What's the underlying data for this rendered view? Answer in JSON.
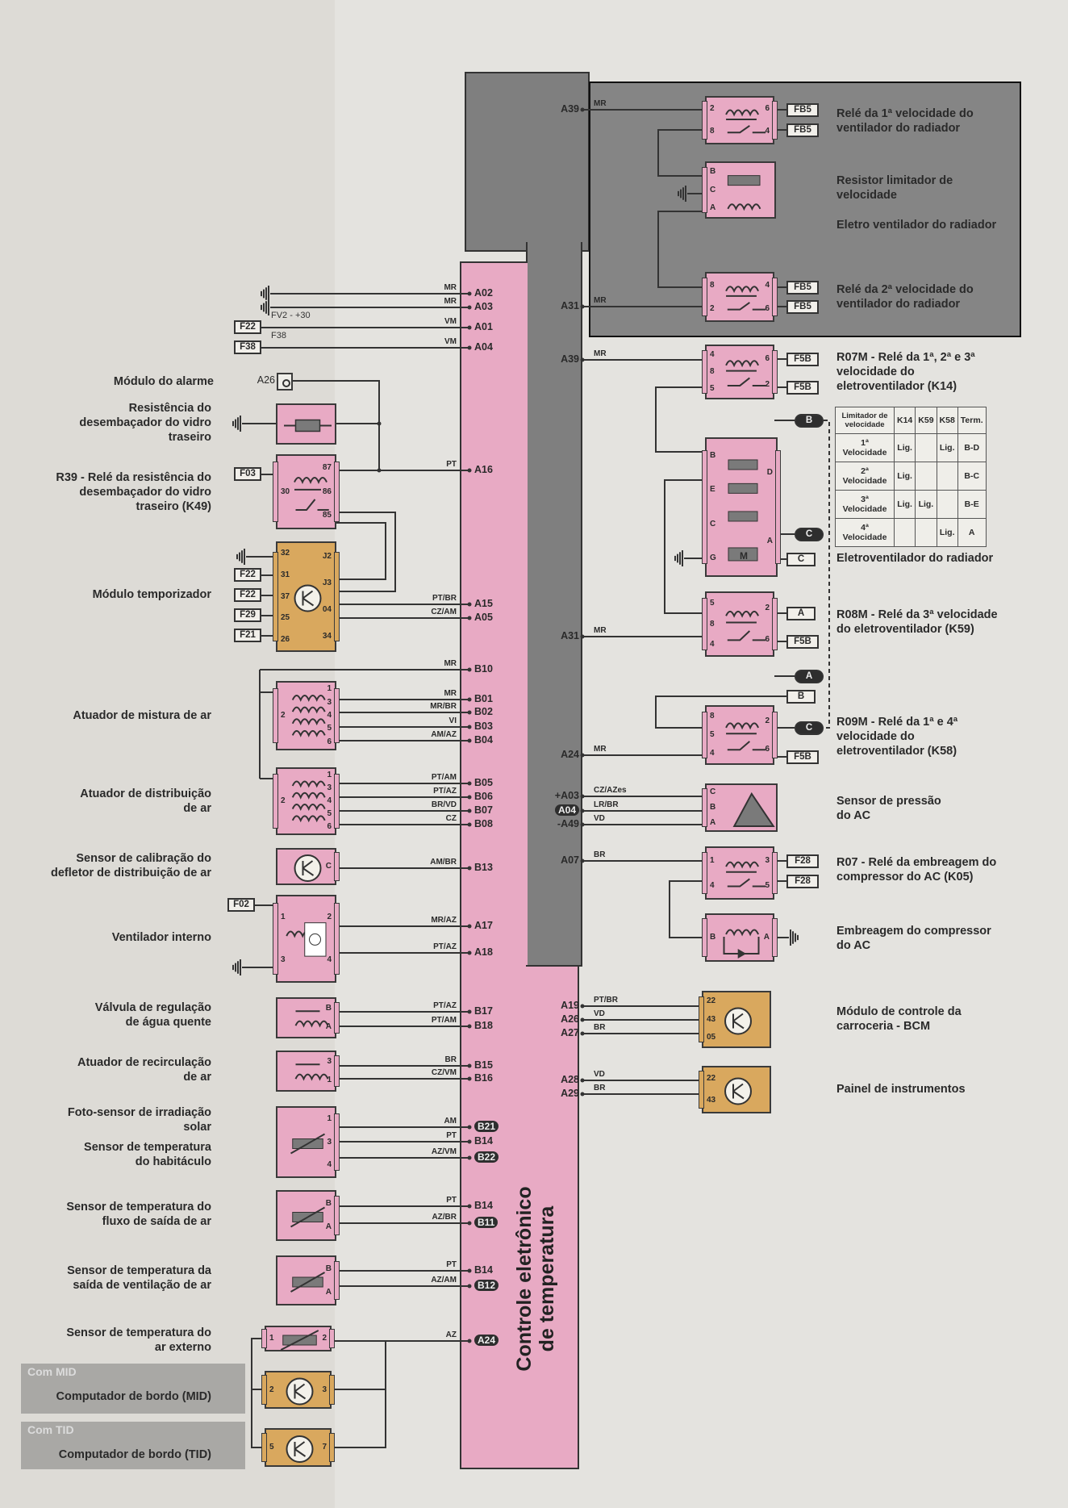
{
  "ecu": {
    "title": "Controle eletrônico\nde temperatura"
  },
  "left_pins": [
    {
      "pin": "A02",
      "wire": "MR"
    },
    {
      "pin": "A03",
      "wire": "MR"
    },
    {
      "pin": "A01",
      "wire": "VM"
    },
    {
      "pin": "A04",
      "wire": "VM"
    },
    {
      "pin": "A16",
      "wire": "PT"
    },
    {
      "pin": "A15",
      "wire": "PT/BR"
    },
    {
      "pin": "A05",
      "wire": "CZ/AM"
    },
    {
      "pin": "B10",
      "wire": "MR"
    },
    {
      "pin": "B01",
      "wire": "MR"
    },
    {
      "pin": "B02",
      "wire": "MR/BR"
    },
    {
      "pin": "B03",
      "wire": "VI"
    },
    {
      "pin": "B04",
      "wire": "AM/AZ"
    },
    {
      "pin": "B05",
      "wire": "PT/AM"
    },
    {
      "pin": "B06",
      "wire": "PT/AZ"
    },
    {
      "pin": "B07",
      "wire": "BR/VD"
    },
    {
      "pin": "B08",
      "wire": "CZ"
    },
    {
      "pin": "B13",
      "wire": "AM/BR"
    },
    {
      "pin": "A17",
      "wire": "MR/AZ"
    },
    {
      "pin": "A18",
      "wire": "PT/AZ"
    },
    {
      "pin": "B17",
      "wire": "PT/AZ"
    },
    {
      "pin": "B18",
      "wire": "PT/AM"
    },
    {
      "pin": "B15",
      "wire": "BR"
    },
    {
      "pin": "B16",
      "wire": "CZ/VM"
    },
    {
      "pin": "B21",
      "wire": "AM"
    },
    {
      "pin": "B14",
      "wire": "PT"
    },
    {
      "pin": "B22",
      "wire": "AZ/VM"
    },
    {
      "pin": "B14",
      "wire": "PT"
    },
    {
      "pin": "B11",
      "wire": "AZ/BR"
    },
    {
      "pin": "B14",
      "wire": "PT"
    },
    {
      "pin": "B12",
      "wire": "AZ/AM"
    },
    {
      "pin": "A24",
      "wire": "AZ"
    }
  ],
  "right_pins": [
    {
      "pin": "A39",
      "wire": "MR"
    },
    {
      "pin": "A31",
      "wire": "MR"
    },
    {
      "pin": "A39",
      "wire": "MR"
    },
    {
      "pin": "A31",
      "wire": "MR"
    },
    {
      "pin": "A24",
      "wire": "MR"
    },
    {
      "pin": "+A03",
      "wire": "CZ/AZes"
    },
    {
      "pin": "A04",
      "wire": "LR/BR"
    },
    {
      "pin": "-A49",
      "wire": "VD"
    },
    {
      "pin": "A07",
      "wire": "BR"
    },
    {
      "pin": "A19",
      "wire": "PT/BR"
    },
    {
      "pin": "A26",
      "wire": "VD"
    },
    {
      "pin": "A27",
      "wire": "BR"
    },
    {
      "pin": "A28",
      "wire": "VD"
    },
    {
      "pin": "A29",
      "wire": "BR"
    }
  ],
  "left_components": [
    {
      "label": "Módulo do alarme",
      "pin_tag": "A26",
      "pins": {
        "left": [],
        "right": []
      }
    },
    {
      "label": "Resistência do\ndesembaçador do vidro\ntraseiro",
      "pins": {
        "left": [],
        "right": []
      }
    },
    {
      "label": "R39 - Relé da resistência do\ndesembaçador do vidro\ntraseiro (K49)",
      "pins": {
        "left": [
          "30"
        ],
        "right": [
          "87",
          "86",
          "85"
        ]
      }
    },
    {
      "label": "Módulo temporizador",
      "pins": {
        "left": [
          "32",
          "31",
          "37",
          "25",
          "26"
        ],
        "right": [
          "J2",
          "J3",
          "04",
          "34"
        ]
      }
    },
    {
      "label": "Atuador de mistura de ar",
      "pins": {
        "left": [
          "2"
        ],
        "right": [
          "1",
          "3",
          "4",
          "5",
          "6"
        ]
      }
    },
    {
      "label": "Atuador de distribuição\nde ar",
      "pins": {
        "left": [
          "2"
        ],
        "right": [
          "1",
          "3",
          "4",
          "5",
          "6"
        ]
      }
    },
    {
      "label": "Sensor de calibração do\ndefletor de distribuição de ar",
      "pins": {
        "left": [],
        "right": [
          "C"
        ]
      }
    },
    {
      "label": "Ventilador interno",
      "pins": {
        "left": [
          "1",
          "3"
        ],
        "right": [
          "2",
          "4"
        ]
      }
    },
    {
      "label": "Válvula de regulação\nde água quente",
      "pins": {
        "left": [],
        "right": [
          "B",
          "A"
        ]
      }
    },
    {
      "label": "Atuador de recirculação\nde ar",
      "pins": {
        "left": [],
        "right": [
          "3",
          "1"
        ]
      }
    },
    {
      "label": "Foto-sensor de irradiação\nsolar",
      "label2": "Sensor de temperatura\ndo habitáculo",
      "pins": {
        "left": [],
        "right": [
          "1",
          "3",
          "4"
        ]
      }
    },
    {
      "label": "Sensor de temperatura do\nfluxo de saída de ar",
      "pins": {
        "left": [],
        "right": [
          "B",
          "A"
        ]
      }
    },
    {
      "label": "Sensor de temperatura da\nsaída de ventilação de ar",
      "pins": {
        "left": [],
        "right": [
          "B",
          "A"
        ]
      }
    },
    {
      "label": "Sensor de temperatura do\nar externo",
      "pins": {
        "left": [
          "1"
        ],
        "right": [
          "2"
        ]
      }
    },
    {
      "label": "Computador de bordo (MID)",
      "band": "Com MID",
      "pins": {
        "left": [
          "2"
        ],
        "right": [
          "3"
        ]
      }
    },
    {
      "label": "Computador de bordo (TID)",
      "band": "Com TID",
      "pins": {
        "left": [
          "5"
        ],
        "right": [
          "7"
        ]
      }
    }
  ],
  "right_components": [
    {
      "label": "Relé da 1ª velocidade do\nventilador do radiador",
      "pins": {
        "left": [
          "2",
          "8"
        ],
        "right": [
          "6",
          "4"
        ]
      }
    },
    {
      "label": "Resistor limitador de\nvelocidade",
      "label2": "Eletro ventilador do radiador",
      "pins": {
        "left": [
          "B",
          "C",
          "A"
        ],
        "right": []
      }
    },
    {
      "label": "Relé da 2ª velocidade do\nventilador do radiador",
      "pins": {
        "left": [
          "8",
          "2"
        ],
        "right": [
          "4",
          "6"
        ]
      }
    },
    {
      "label": "R07M - Relé da 1ª, 2ª e 3ª\nvelocidade do\neletroventilador (K14)",
      "pins": {
        "left": [
          "4",
          "8",
          "5"
        ],
        "right": [
          "6",
          "2"
        ]
      }
    },
    {
      "label": "Eletroventilador do radiador",
      "pins": {
        "left": [
          "B",
          "E",
          "C",
          "G"
        ],
        "right": [
          "D",
          "A"
        ]
      }
    },
    {
      "label": "R08M - Relé da 3ª velocidade\ndo eletroventilador (K59)",
      "pins": {
        "left": [
          "5",
          "8",
          "4"
        ],
        "right": [
          "2",
          "6"
        ]
      }
    },
    {
      "label": "R09M - Relé da 1ª e 4ª\nvelocidade do\neletroventilador (K58)",
      "pins": {
        "left": [
          "8",
          "5",
          "4"
        ],
        "right": [
          "2",
          "6"
        ]
      }
    },
    {
      "label": "Sensor de pressão\ndo AC",
      "pins": {
        "left": [
          "C",
          "B",
          "A"
        ],
        "right": []
      }
    },
    {
      "label": "R07 - Relé da embreagem do\ncompressor do AC (K05)",
      "pins": {
        "left": [
          "1",
          "4"
        ],
        "right": [
          "3",
          "5"
        ]
      }
    },
    {
      "label": "Embreagem do compressor\ndo AC",
      "pins": {
        "left": [
          "B"
        ],
        "right": [
          "A"
        ]
      }
    },
    {
      "label": "Módulo de controle da\ncarroceria - BCM",
      "pins": {
        "left": [
          "22",
          "43",
          "05"
        ],
        "right": []
      }
    },
    {
      "label": "Painel de instrumentos",
      "pins": {
        "left": [
          "22",
          "43"
        ],
        "right": []
      }
    }
  ],
  "left_fuses": [
    {
      "label": "F22",
      "note": "FV2 - +30"
    },
    {
      "label": "F38",
      "note": "F38"
    },
    {
      "label": "F03"
    },
    {
      "label": "F22"
    },
    {
      "label": "F22"
    },
    {
      "label": "F29"
    },
    {
      "label": "F21"
    },
    {
      "label": "F02"
    }
  ],
  "right_fuses": [
    "FB5",
    "FB5",
    "FB5",
    "FB5",
    "F5B",
    "F5B",
    "F5B",
    "F5B",
    "F28",
    "F28"
  ],
  "right_tags": [
    "B",
    "C",
    "C",
    "A",
    "A",
    "B",
    "C"
  ],
  "motor_symbol": "M",
  "speed_table": {
    "headers": [
      "Limitador de velocidade",
      "K14",
      "K59",
      "K58",
      "Term."
    ],
    "rows": [
      [
        "1ª Velocidade",
        "Lig.",
        "",
        "Lig.",
        "B-D"
      ],
      [
        "2ª Velocidade",
        "Lig.",
        "",
        "",
        "B-C"
      ],
      [
        "3ª Velocidade",
        "Lig.",
        "Lig.",
        "",
        "B-E"
      ],
      [
        "4ª Velocidade",
        "",
        "",
        "Lig.",
        "A"
      ]
    ]
  },
  "colors": {
    "ecu_pink": "#e8aac4",
    "ecu_gray": "#7f7f7f",
    "module_orange": "#d9a85e",
    "wire": "#333333"
  }
}
